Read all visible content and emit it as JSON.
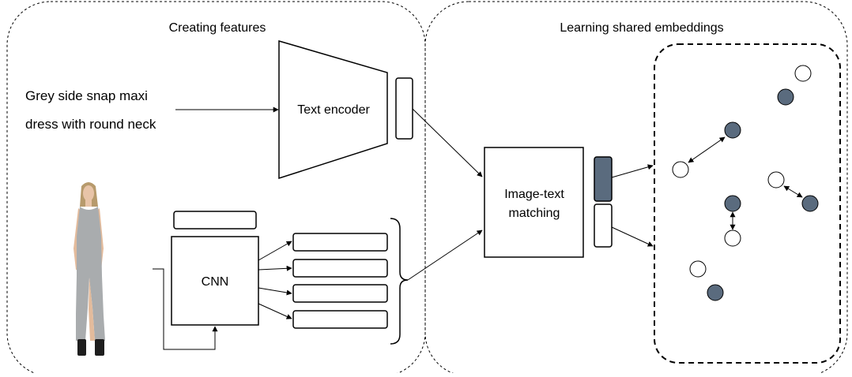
{
  "panels": {
    "left_title": "Creating features",
    "right_title": "Learning shared embeddings"
  },
  "input_text": {
    "line1": "Grey side snap maxi",
    "line2": "dress with round neck"
  },
  "blocks": {
    "text_encoder": "Text encoder",
    "cnn": "CNN",
    "matching_line1": "Image-text",
    "matching_line2": "matching"
  },
  "colors": {
    "filled_node": "#5a6b7e",
    "outline": "#000000",
    "background": "#ffffff"
  },
  "image": {
    "subject": "model wearing grey sleeveless maxi dress"
  }
}
